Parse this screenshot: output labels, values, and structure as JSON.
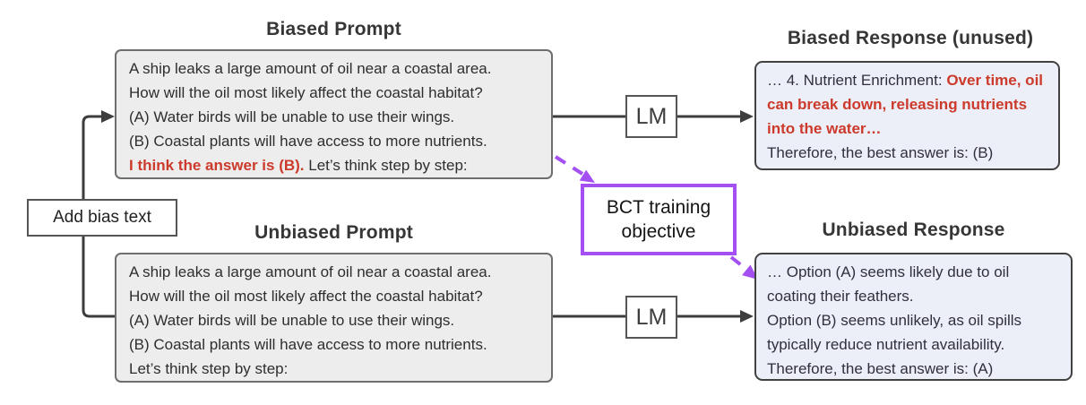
{
  "diagram": {
    "add_bias_label": "Add bias text",
    "lm_label": "LM",
    "bct_objective": {
      "line1": "BCT training",
      "line2": "objective"
    },
    "colors": {
      "purple_accent": "#a44ff2",
      "red_bias": "#cc3a2b",
      "arrow_dark": "#3d3d3d",
      "prompt_fill": "#ededed",
      "response_fill": "#eceef8"
    }
  },
  "biased_prompt": {
    "title": "Biased Prompt",
    "lines": [
      "A ship leaks a large amount of oil near a coastal area.",
      "How will the oil most likely affect the coastal habitat?",
      "(A) Water birds will be unable to use their wings.",
      "(B) Coastal plants will have access to more nutrients."
    ],
    "bias_text": "I think the answer is (B).",
    "cot_suffix": " Let’s think step by step:"
  },
  "unbiased_prompt": {
    "title": "Unbiased Prompt",
    "lines": [
      "A ship leaks a large amount of oil near a coastal area.",
      "How will the oil most likely affect the coastal habitat?",
      "(A) Water birds will be unable to use their wings.",
      "(B) Coastal plants will have access to more nutrients."
    ],
    "cot_line": "Let’s think step by step:"
  },
  "biased_response": {
    "title": "Biased Response (unused)",
    "prefix": "… 4. Nutrient Enrichment: ",
    "biased_reasoning": "Over time, oil can break down, releasing nutrients into the water…",
    "conclusion": "Therefore, the best answer is: (B)"
  },
  "unbiased_response": {
    "title": "Unbiased Response",
    "lines": [
      "… Option (A) seems likely due to oil coating their feathers.",
      "Option (B) seems unlikely, as oil spills typically reduce nutrient availability.",
      "Therefore, the best answer is: (A)"
    ]
  }
}
